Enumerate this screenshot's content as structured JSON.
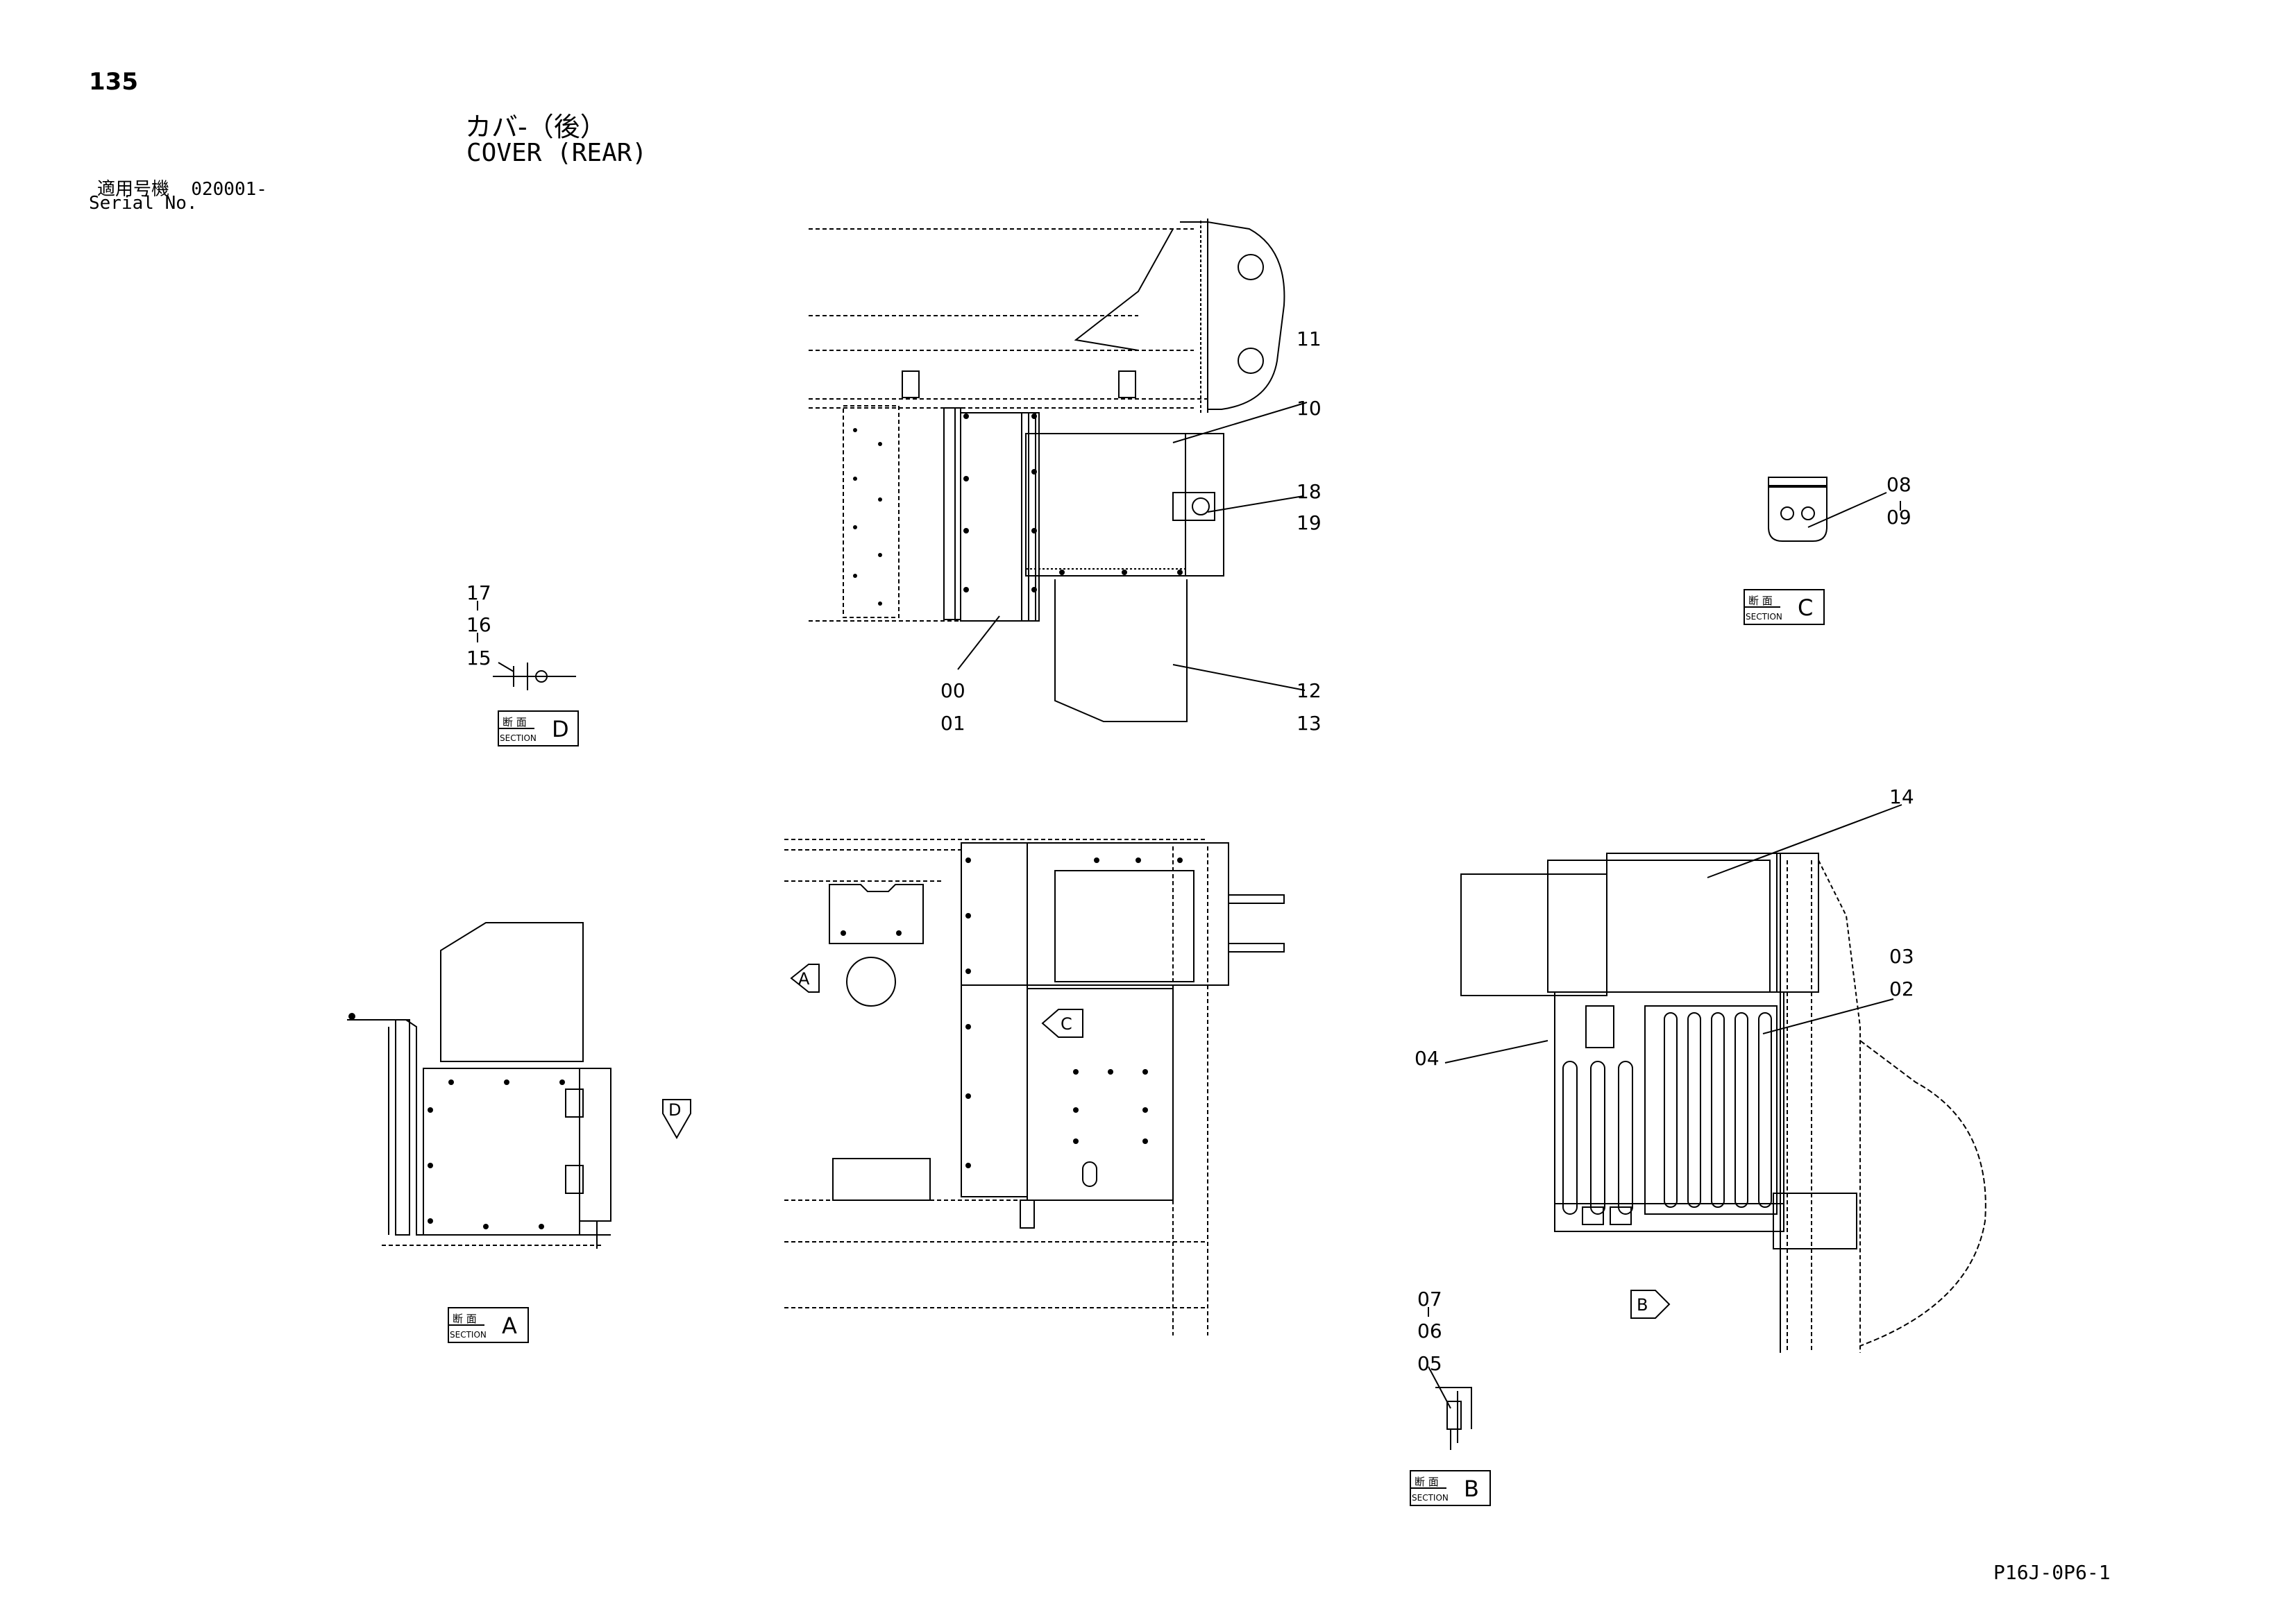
{
  "page_number": "135",
  "title_ja": "カバ-（後）",
  "title_en": "COVER (REAR)",
  "serial_label_ja": "適用号機",
  "serial_value": "020001-",
  "serial_label_en": "Serial No.",
  "drawing_code": "P16J-0P6-1",
  "section_label_ja": "断 面",
  "section_label_en": "SECTION",
  "sections": {
    "A": "A",
    "B": "B",
    "C": "C",
    "D": "D"
  },
  "view_markers": {
    "A": "A",
    "B": "B",
    "C": "C",
    "D": "D"
  },
  "callouts": {
    "c00": "00",
    "c01": "01",
    "c02": "02",
    "c03": "03",
    "c04": "04",
    "c05": "05",
    "c06": "06",
    "c07": "07",
    "c08": "08",
    "c09": "09",
    "c10": "10",
    "c11": "11",
    "c12": "12",
    "c13": "13",
    "c14": "14",
    "c15": "15",
    "c16": "16",
    "c17": "17",
    "c18": "18",
    "c19": "19"
  }
}
